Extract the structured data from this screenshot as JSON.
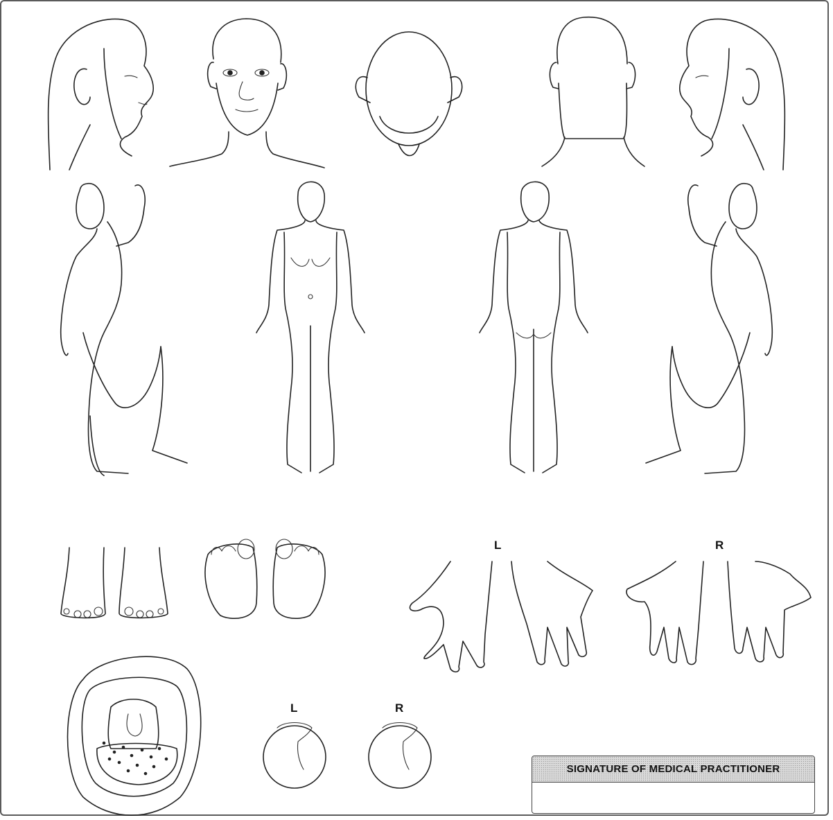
{
  "hands_labels": {
    "left": "L",
    "right": "R"
  },
  "eyes_labels": {
    "left": "L",
    "right": "R"
  },
  "signature": {
    "heading": "SIGNATURE OF MEDICAL PRACTITIONER",
    "value": ""
  },
  "colors": {
    "line": "#222222",
    "frame": "#5a5a5a",
    "stipple": "#d9d9d9"
  }
}
